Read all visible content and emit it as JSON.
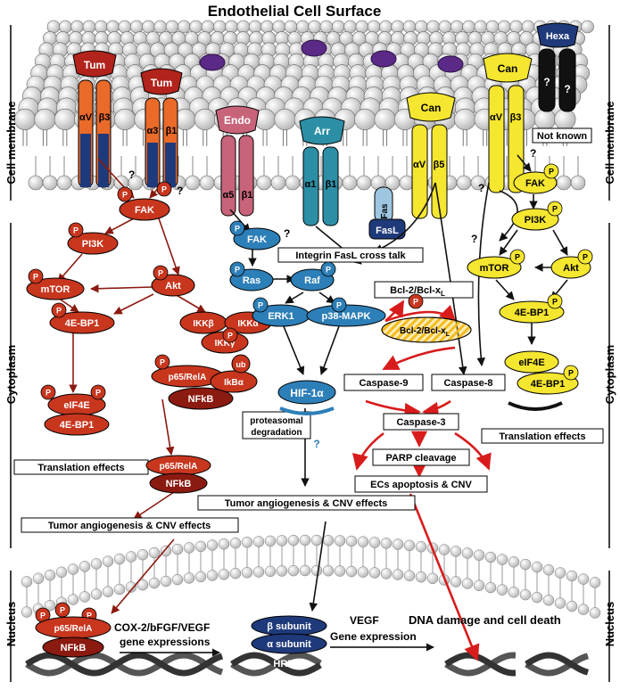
{
  "title": "Endothelial Cell Surface",
  "side_labels": {
    "cell_membrane": "Cell membrane",
    "cytoplasm": "Cytoplasm",
    "nucleus": "Nucleus"
  },
  "receptors": {
    "tum_av_b3": {
      "ligand": "Tum",
      "alpha": "αV",
      "beta": "β3"
    },
    "tum_a3_b1": {
      "ligand": "Tum",
      "alpha": "α3",
      "beta": "β1"
    },
    "endo": {
      "ligand": "Endo",
      "alpha": "α5",
      "beta": "β1"
    },
    "arr": {
      "ligand": "Arr",
      "alpha": "α1",
      "beta": "β1"
    },
    "can_av_b5": {
      "ligand": "Can",
      "alpha": "αV",
      "beta": "β5"
    },
    "can_av_b3": {
      "ligand": "Can",
      "alpha": "αV",
      "beta": "β3"
    },
    "hexa": {
      "ligand": "Hexa",
      "unknown": "?"
    },
    "fas": {
      "fas": "Fas",
      "fasl": "FasL"
    }
  },
  "left_pathway": {
    "fak": "FAK",
    "pi3k": "PI3K",
    "mtor": "mTOR",
    "akt": "Akt",
    "ikk_b": "IKKβ",
    "ikk_a": "IKKα",
    "ikk_g": "IKKγ",
    "p65_rela": "p65/RelA",
    "ikb_a": "IkBα",
    "ub": "ub",
    "nfkb": "NFkB",
    "e4bp1": "4E-BP1",
    "eif4e": "eIF4E",
    "e4bp1b": "4E-BP1",
    "translation": "Translation effects",
    "proteasomal": "proteasomal",
    "degradation": "degradation",
    "p65_rela2": "p65/RelA",
    "nfkb2": "NFkB",
    "tumor_cnv": "Tumor angiogenesis & CNV effects"
  },
  "middle_pathway": {
    "fak": "FAK",
    "ras": "Ras",
    "raf": "Raf",
    "erk1": "ERK1",
    "p38": "p38-MAPK",
    "hif": "HIF-1α",
    "crosstalk": "Integrin FasL cross talk",
    "tumor_cnv": "Tumor angiogenesis & CNV effects"
  },
  "apoptosis": {
    "bcl_box": "Bcl-2/Bcl-x",
    "bcl_box_sub": "L",
    "bcl_oval": "Bcl-2/Bcl-x",
    "bcl_oval_sub": "L",
    "caspase9": "Caspase-9",
    "caspase8": "Caspase-8",
    "caspase3": "Caspase-3",
    "parp": "PARP cleavage",
    "apoptosis": "ECs apoptosis & CNV"
  },
  "right_pathway": {
    "not_known": "Not known",
    "fak": "FAK",
    "pi3k": "PI3K",
    "mtor": "mTOR",
    "akt": "Akt",
    "e4bp1": "4E-BP1",
    "eif4e": "eIF4E",
    "e4bp1b": "4E-BP1",
    "translation": "Translation effects"
  },
  "nucleus": {
    "p65_rela": "p65/RelA",
    "nfkb": "NFkB",
    "cox2": "COX-2/bFGF/VEGF",
    "gene_expr": "gene expressions",
    "beta_sub": "β subunit",
    "alpha_sub": "α subunit",
    "hre": "HRE",
    "vegf": "VEGF",
    "vegf_expr": "Gene expression",
    "dna_damage": "DNA damage and cell death"
  },
  "misc": {
    "p": "P",
    "q": "?"
  },
  "colors": {
    "left_red": "#c8361e",
    "dark_red": "#8b1a10",
    "blue": "#2d7fb8",
    "teal": "#2c8fa6",
    "yellow": "#f5e630",
    "pink": "#c8647a",
    "orange": "#ea6a2a",
    "membrane": "#d9d9d9"
  }
}
